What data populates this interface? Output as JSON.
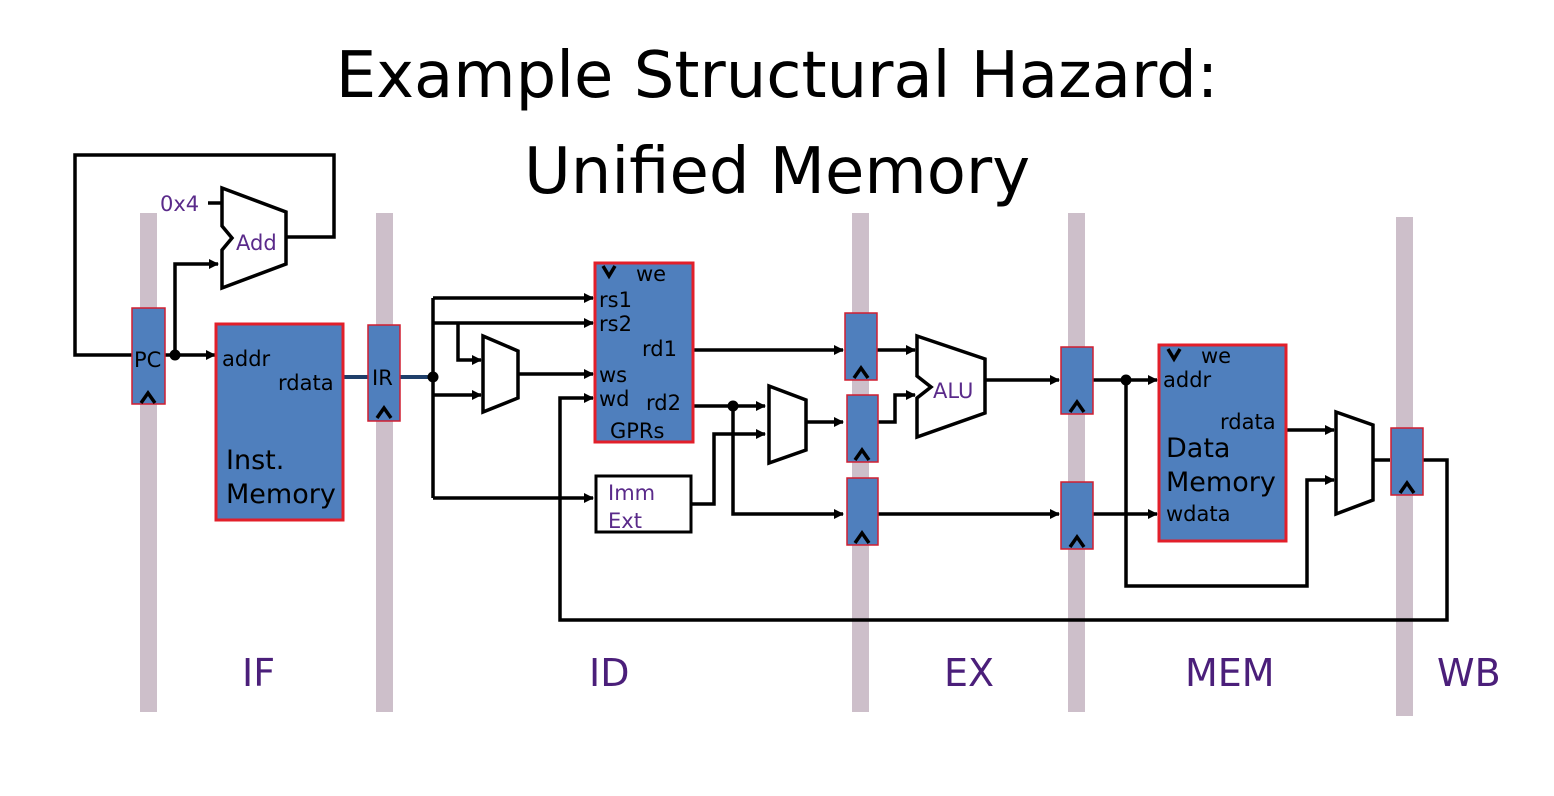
{
  "title": {
    "line1": "Example Structural Hazard:",
    "line2": "Unified Memory"
  },
  "stages": [
    "IF",
    "ID",
    "EX",
    "MEM",
    "WB"
  ],
  "fetch": {
    "const": "0x4",
    "adder": "Add",
    "pc": "PC",
    "inst_mem": {
      "addr": "addr",
      "rdata": "rdata",
      "name1": "Inst.",
      "name2": "Memory"
    },
    "ir": "IR"
  },
  "decode": {
    "gprs": {
      "we": "we",
      "rs1": "rs1",
      "rs2": "rs2",
      "rd1": "rd1",
      "ws": "ws",
      "wd": "wd",
      "rd2": "rd2",
      "name": "GPRs"
    },
    "imm": {
      "line1": "Imm",
      "line2": "Ext"
    }
  },
  "execute": {
    "alu": "ALU"
  },
  "memory": {
    "data_mem": {
      "we": "we",
      "addr": "addr",
      "rdata": "rdata",
      "name1": "Data",
      "name2": "Memory",
      "wdata": "wdata"
    }
  },
  "colors": {
    "block_fill": "#4f7fbd",
    "block_border": "#e21f2a",
    "pipeline_bar": "#cdbfca",
    "label_purple": "#5a2a8a",
    "stage_purple": "#4b1f7a"
  }
}
